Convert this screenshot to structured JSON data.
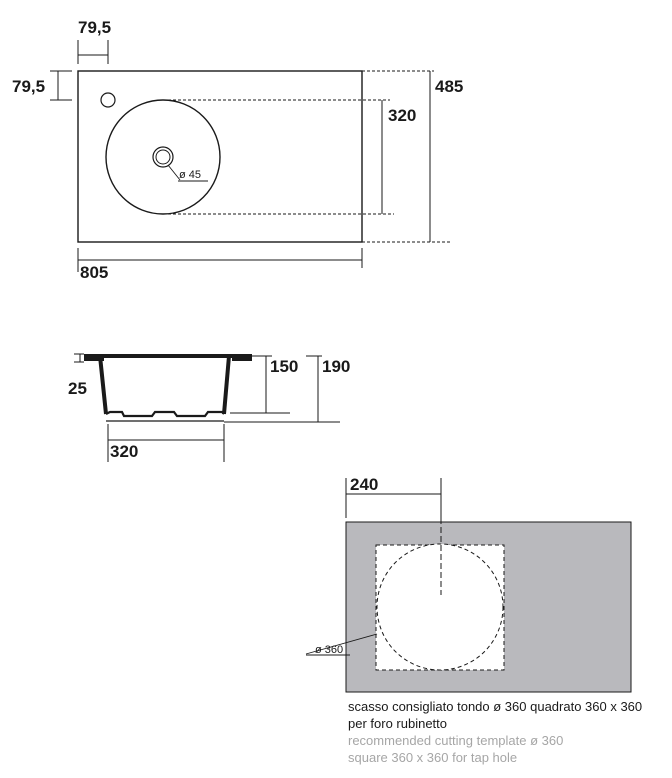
{
  "top_view": {
    "tap_offset_x": "79,5",
    "tap_offset_y": "79,5",
    "depth": "485",
    "bowl_diameter": "320",
    "drain_diameter": "ø 45",
    "width": "805"
  },
  "side_view": {
    "rim_thickness": "25",
    "bowl_depth": "150",
    "total_height": "190",
    "bowl_width": "320"
  },
  "cutout": {
    "offset": "240",
    "diameter": "ø 360"
  },
  "notes": {
    "italian_line1": "scasso consigliato tondo ø 360 quadrato 360 x 360",
    "italian_line2": "per foro rubinetto",
    "english_line1": "recommended cutting template ø 360",
    "english_line2": "square 360 x 360 for tap hole"
  },
  "colors": {
    "line": "#1a1a1a",
    "panel": "#b9b9bd",
    "note_en": "#a6a6a6"
  }
}
